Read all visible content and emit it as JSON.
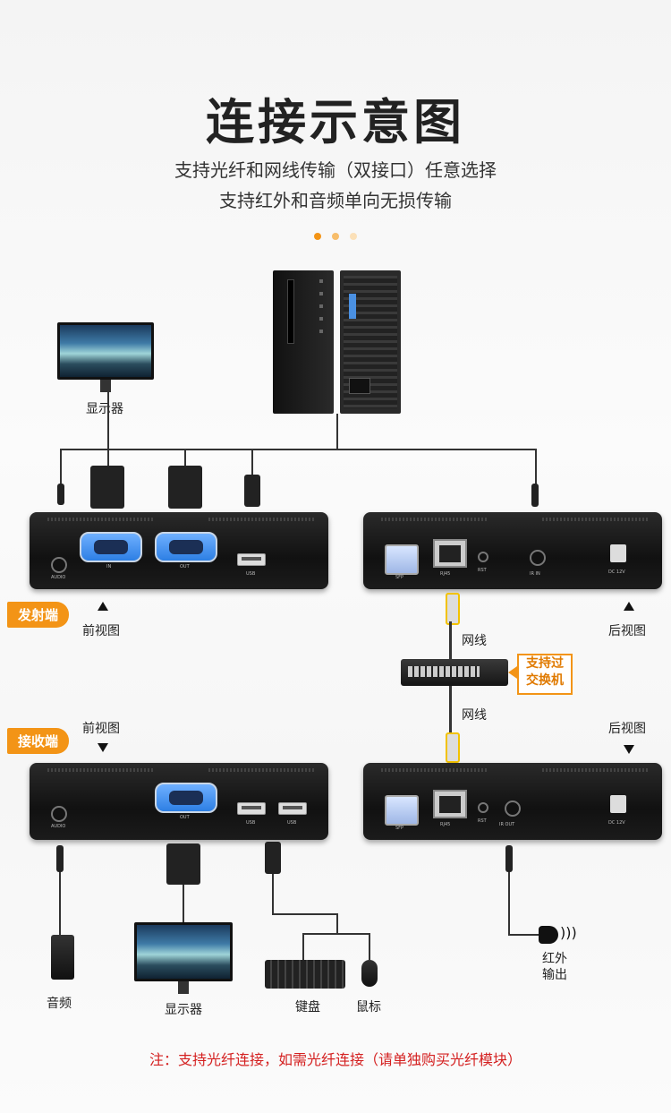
{
  "title": "连接示意图",
  "subtitle_lines": [
    "支持光纤和网线传输（双接口）任意选择",
    "支持红外和音频单向无损传输"
  ],
  "accent_color": "#f39416",
  "labels": {
    "monitor_top": "显示器",
    "transmitter_tag": "发射端",
    "receiver_tag": "接收端",
    "front_view_tx": "前视图",
    "rear_view_tx": "后视图",
    "front_view_rx": "前视图",
    "rear_view_rx": "后视图",
    "cable_upper": "网线",
    "cable_lower": "网线",
    "switch_callout": "支持过\n交换机",
    "speaker": "音频",
    "monitor_bottom": "显示器",
    "keyboard": "键盘",
    "mouse": "鼠标",
    "ir_output": "红外\n输出"
  },
  "device_ports": {
    "tx_front": [
      "AUDIO",
      "IN",
      "OUT",
      "USB"
    ],
    "tx_rear": [
      "SFP",
      "RJ45",
      "RST",
      "IR IN",
      "DC 12V"
    ],
    "rx_front": [
      "AUDIO",
      "OUT",
      "USB",
      "USB"
    ],
    "rx_rear": [
      "SFP",
      "RJ45",
      "RST",
      "IR OUT",
      "DC 12V"
    ]
  },
  "note": "注：支持光纤连接，如需光纤连接（请单独购买光纤模块）"
}
